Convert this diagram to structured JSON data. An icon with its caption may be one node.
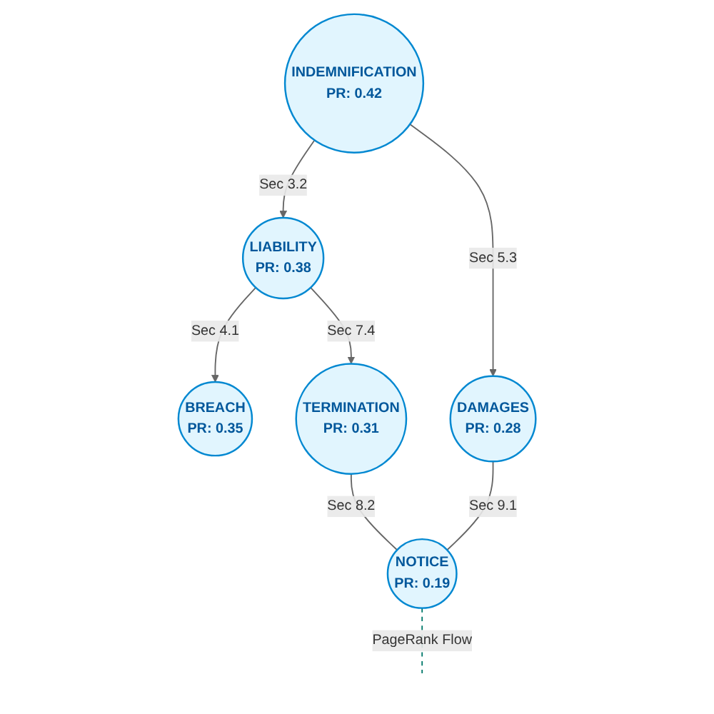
{
  "diagram": {
    "nodes": [
      {
        "text": [
          "LIABILITY",
          "PR: 0.38"
        ]
      },
      {
        "text": [
          "INDEMNIFICATION",
          "PR: 0.42"
        ]
      },
      {
        "text": [
          "BREACH",
          "PR: 0.35"
        ]
      },
      {
        "text": [
          "DAMAGES",
          "PR: 0.28"
        ]
      },
      {
        "text": [
          "TERMINATION",
          "PR: 0.31"
        ]
      },
      {
        "text": [
          "NOTICE",
          "PR: 0.19"
        ]
      }
    ],
    "edges": [
      {
        "from": 1,
        "to": 0,
        "arrow": "to",
        "label": "Sec 3.2"
      },
      {
        "from": 0,
        "to": 2,
        "arrow": "to",
        "label": "Sec 4.1"
      },
      {
        "from": 1,
        "to": 3,
        "arrow": "to",
        "label": "Sec 5.3"
      },
      {
        "from": 0,
        "to": 4,
        "arrow": "to",
        "label": "Sec 7.4"
      },
      {
        "from": 3,
        "to": 5,
        "arrow": "none",
        "label": "Sec 9.1"
      },
      {
        "from": 4,
        "to": 5,
        "arrow": "none",
        "label": "Sec 8.2"
      },
      {
        "from": 5,
        "to": null,
        "arrow": "none",
        "label": "PageRank Flow",
        "style": "dashed",
        "color": "#00796b"
      }
    ]
  }
}
